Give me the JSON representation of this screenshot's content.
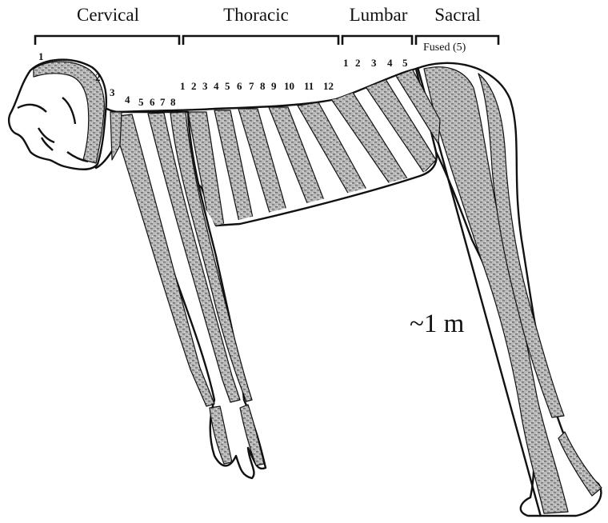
{
  "regions": [
    {
      "label": "Cervical"
    },
    {
      "label": "Thoracic"
    },
    {
      "label": "Lumbar"
    },
    {
      "label": "Sacral"
    }
  ],
  "fused_label": "Fused (5)",
  "cervical_numbers": [
    "1",
    "2",
    "3",
    "4",
    "5",
    "6",
    "7",
    "8"
  ],
  "thoracic_numbers": [
    "1",
    "2",
    "3",
    "4",
    "5",
    "6",
    "7",
    "8",
    "9",
    "10",
    "11",
    "12"
  ],
  "lumbar_numbers": [
    "1",
    "2",
    "3",
    "4",
    "5"
  ],
  "scale_label": "~1 m"
}
